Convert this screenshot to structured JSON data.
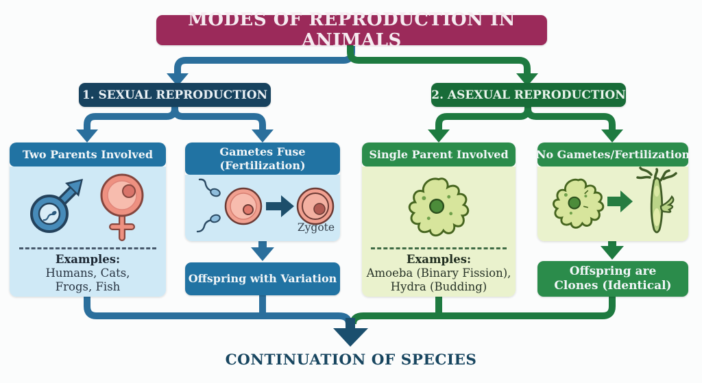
{
  "title": "MODES OF REPRODUCTION IN ANIMALS",
  "branches": {
    "sexual": {
      "header": "1. SEXUAL REPRODUCTION",
      "card_parents": {
        "header": "Two Parents Involved",
        "icons": [
          "male-symbol-icon",
          "female-symbol-icon"
        ],
        "examples_label": "Examples:",
        "examples": [
          "Humans, Cats,",
          "Frogs, Fish"
        ]
      },
      "card_gametes": {
        "header": "Gametes Fuse (Fertilization)",
        "icons": [
          "sperm-icon",
          "egg-icon",
          "arrow-right-icon",
          "zygote-icon"
        ],
        "caption": "Zygote",
        "result": "Offspring with Variation"
      }
    },
    "asexual": {
      "header": "2. ASEXUAL REPRODUCTION",
      "card_parent": {
        "header": "Single Parent Involved",
        "icons": [
          "amoeba-icon"
        ],
        "examples_label": "Examples:",
        "examples": [
          "Amoeba (Binary Fission),",
          "Hydra (Budding)"
        ]
      },
      "card_nogametes": {
        "header": "No Gametes/Fertilization",
        "icons": [
          "amoeba-icon",
          "arrow-right-icon",
          "hydra-icon"
        ],
        "result": "Offspring are Clones (Identical)"
      }
    }
  },
  "footer": {
    "label": "CONTINUATION OF SPECIES"
  },
  "colors": {
    "title_bg": "#9b2a5a",
    "sexual_dark": "#17425e",
    "sexual_mid": "#2173a3",
    "sexual_connector": "#2b6f9c",
    "sexual_light": "#cfe9f6",
    "asexual_dark": "#186c38",
    "asexual_mid": "#2b8c4b",
    "asexual_connector": "#1e7a40",
    "asexual_light": "#eaf2cd",
    "center_arrow": "#1b4f6e",
    "footer_text": "#17455f"
  }
}
